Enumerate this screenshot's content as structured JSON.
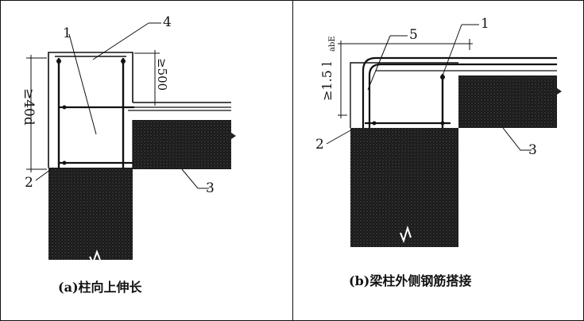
{
  "panel_a": {
    "caption": "(a)柱向上伸长",
    "labels": {
      "n1": "1",
      "n2": "2",
      "n3": "3",
      "n4": "4"
    },
    "dim_vertical": "≥40d",
    "dim_top": "≥500"
  },
  "panel_b": {
    "caption": "(b)梁柱外侧钢筋搭接",
    "labels": {
      "n1": "1",
      "n2": "2",
      "n3": "3",
      "n5": "5"
    },
    "dim_lap_prefix": "≥1.5 l",
    "dim_lap_sub": "abE"
  }
}
